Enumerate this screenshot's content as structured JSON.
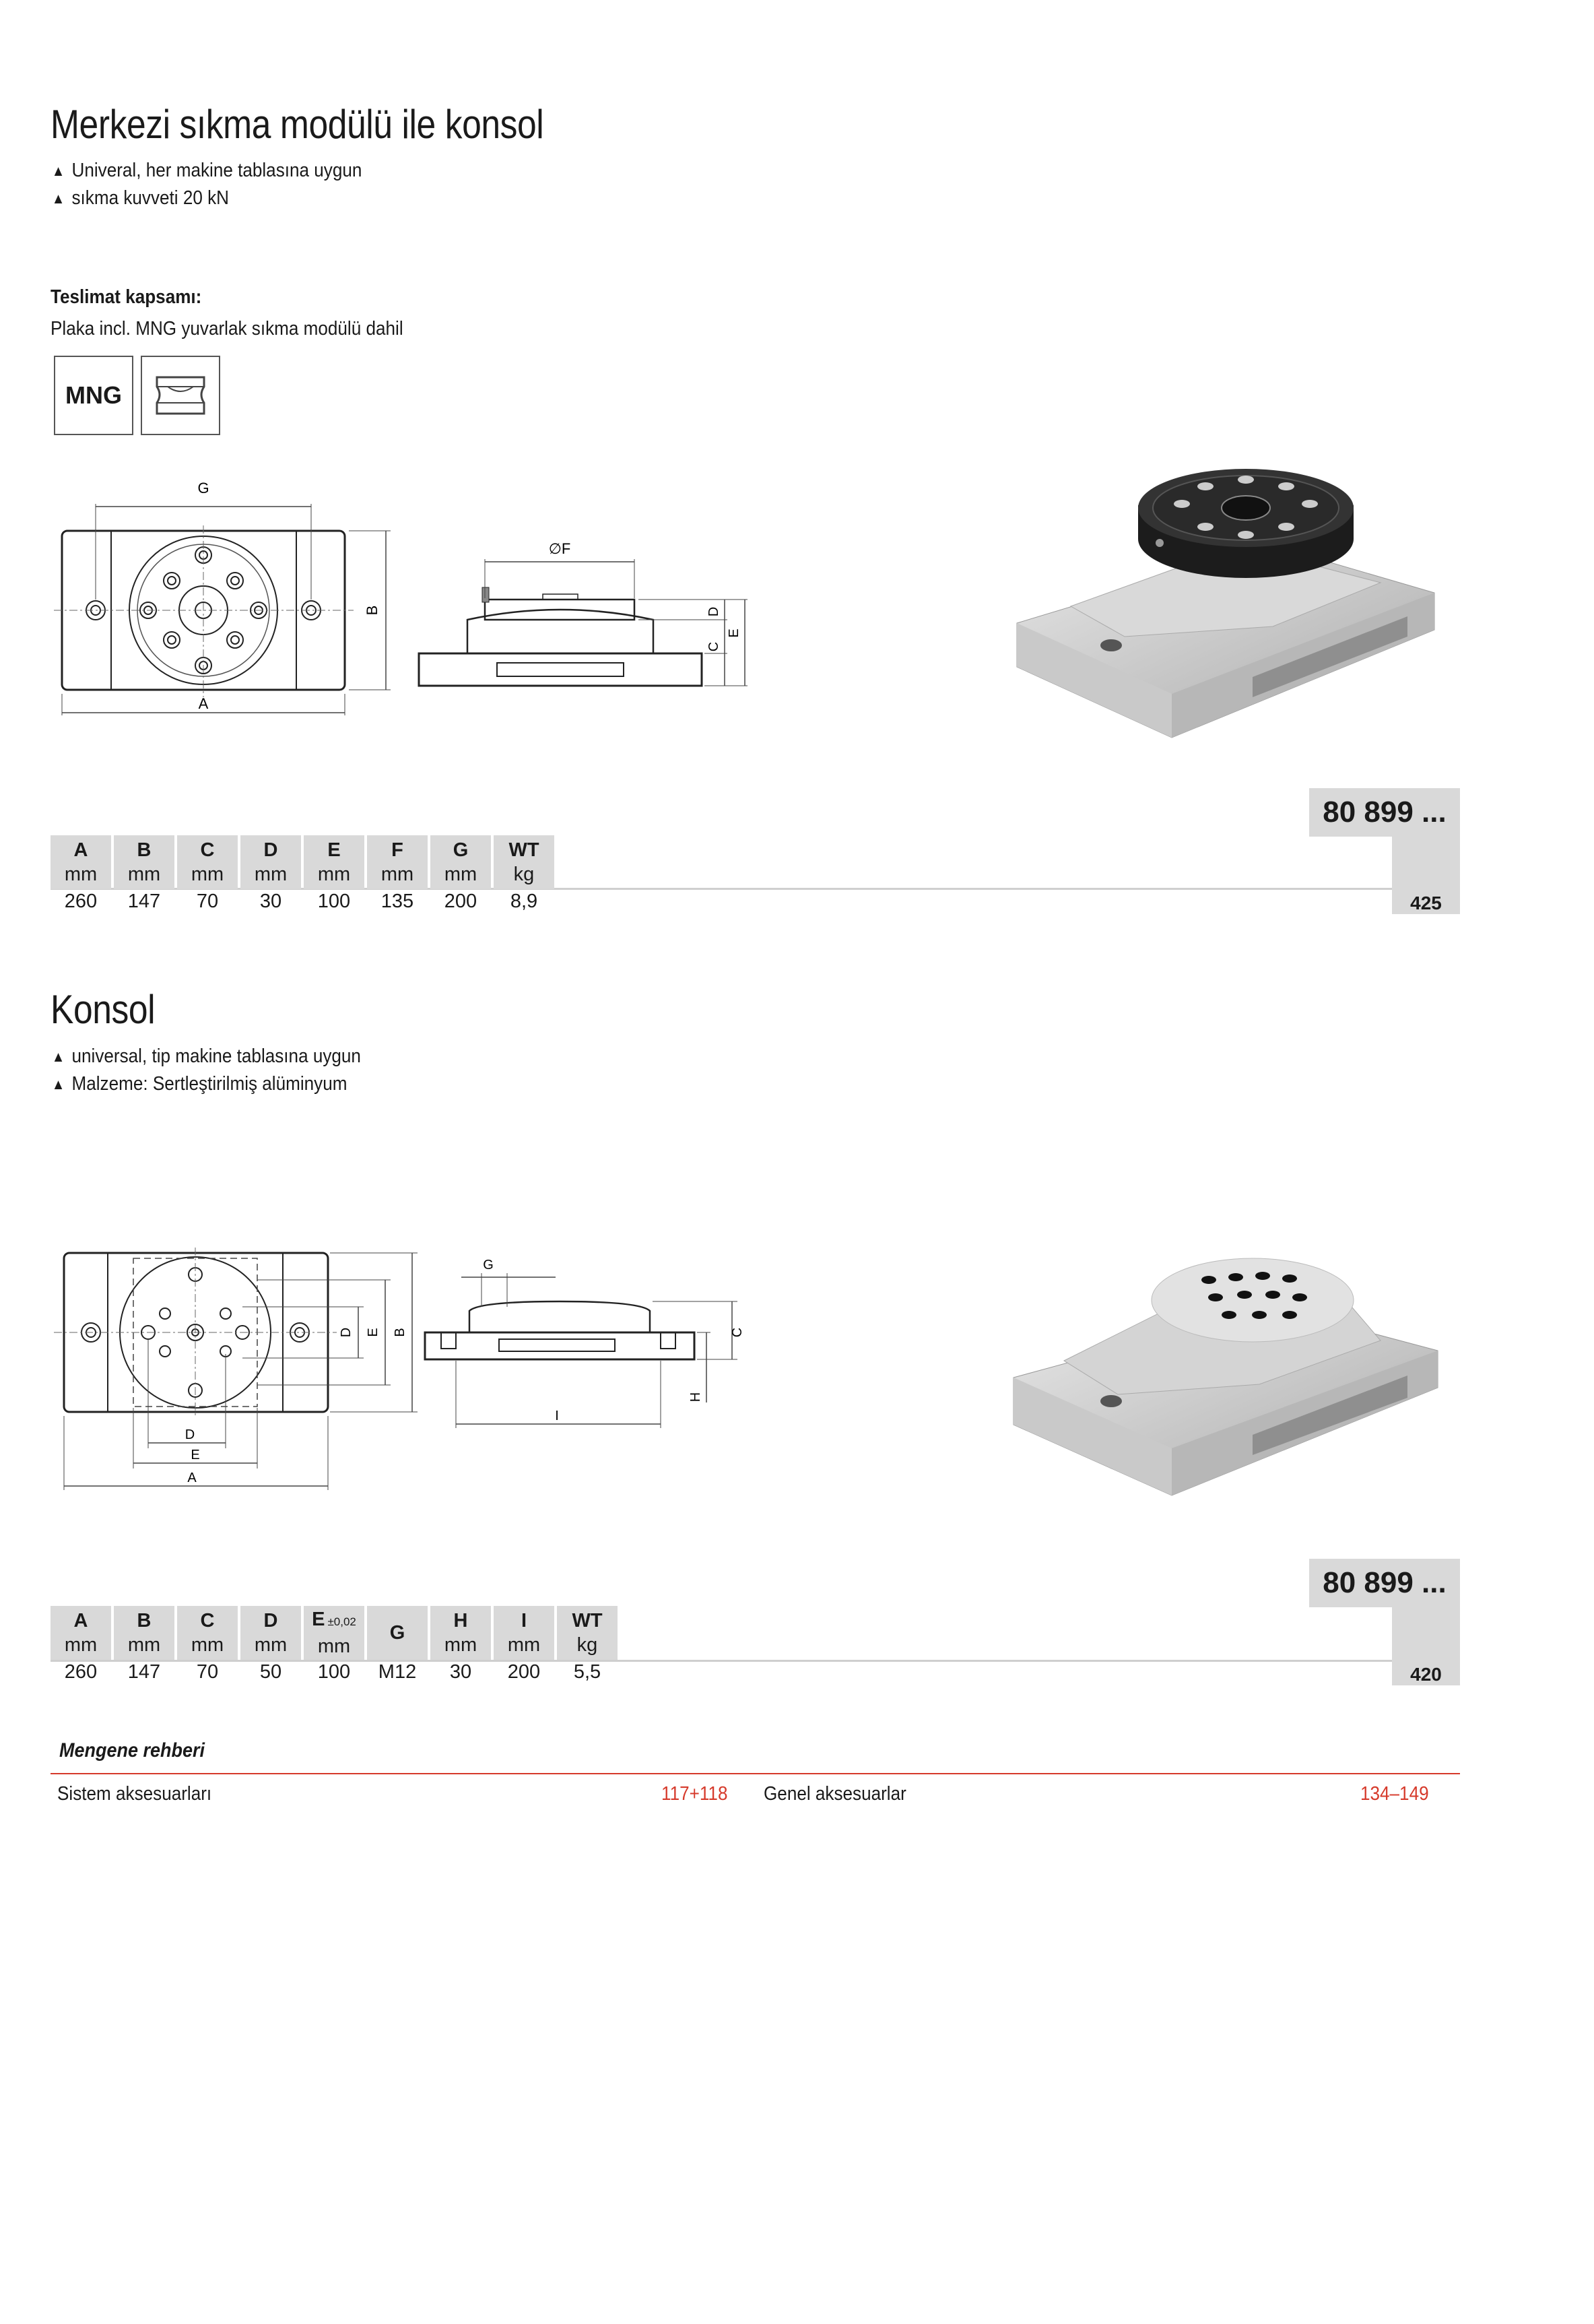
{
  "section1": {
    "title": "Merkezi sıkma modülü ile konsol",
    "bullets": [
      "Univeral, her makine tablasına uygun",
      "sıkma kuvveti 20 kN"
    ],
    "delivery_heading": "Teslimat kapsamı:",
    "delivery_text": "Plaka  incl. MNG yuvarlak sıkma modülü dahil",
    "badge_label": "MNG",
    "dim_labels": {
      "A": "A",
      "B": "B",
      "C": "C",
      "D": "D",
      "E": "E",
      "F": "∅F",
      "G": "G"
    },
    "order_number": "80 899 ...",
    "table": {
      "headers": [
        {
          "key": "A",
          "unit": "mm"
        },
        {
          "key": "B",
          "unit": "mm"
        },
        {
          "key": "C",
          "unit": "mm"
        },
        {
          "key": "D",
          "unit": "mm"
        },
        {
          "key": "E",
          "unit": "mm"
        },
        {
          "key": "F",
          "unit": "mm"
        },
        {
          "key": "G",
          "unit": "mm"
        },
        {
          "key": "WT",
          "unit": "kg"
        }
      ],
      "row": [
        "260",
        "147",
        "70",
        "30",
        "100",
        "135",
        "200",
        "8,9"
      ],
      "suffix": "425"
    }
  },
  "section2": {
    "title": "Konsol",
    "bullets": [
      "universal, tip makine tablasına uygun",
      "Malzeme: Sertleştirilmiş alüminyum"
    ],
    "dim_labels": {
      "A": "A",
      "B": "B",
      "C": "C",
      "D": "D",
      "E": "E",
      "G": "G",
      "H": "H",
      "I": "I"
    },
    "order_number": "80 899 ...",
    "table": {
      "headers": [
        {
          "key": "A",
          "unit": "mm"
        },
        {
          "key": "B",
          "unit": "mm"
        },
        {
          "key": "C",
          "unit": "mm"
        },
        {
          "key": "D",
          "unit": "mm"
        },
        {
          "key": "E",
          "sub": "±0,02",
          "unit": "mm"
        },
        {
          "key": "G",
          "unit": ""
        },
        {
          "key": "H",
          "unit": "mm"
        },
        {
          "key": "I",
          "unit": "mm"
        },
        {
          "key": "WT",
          "unit": "kg"
        }
      ],
      "row": [
        "260",
        "147",
        "70",
        "50",
        "100",
        "M12",
        "30",
        "200",
        "5,5"
      ],
      "suffix": "420"
    }
  },
  "footer": {
    "heading": "Mengene rehberi",
    "links": [
      {
        "label": "Sistem aksesuarları",
        "pages": "117+118"
      },
      {
        "label": "Genel aksesuarlar",
        "pages": "134–149"
      }
    ]
  },
  "colors": {
    "accent_red": "#d63a2b",
    "table_gray": "#d9d9d9",
    "rule_gray": "#cfcfcf"
  }
}
